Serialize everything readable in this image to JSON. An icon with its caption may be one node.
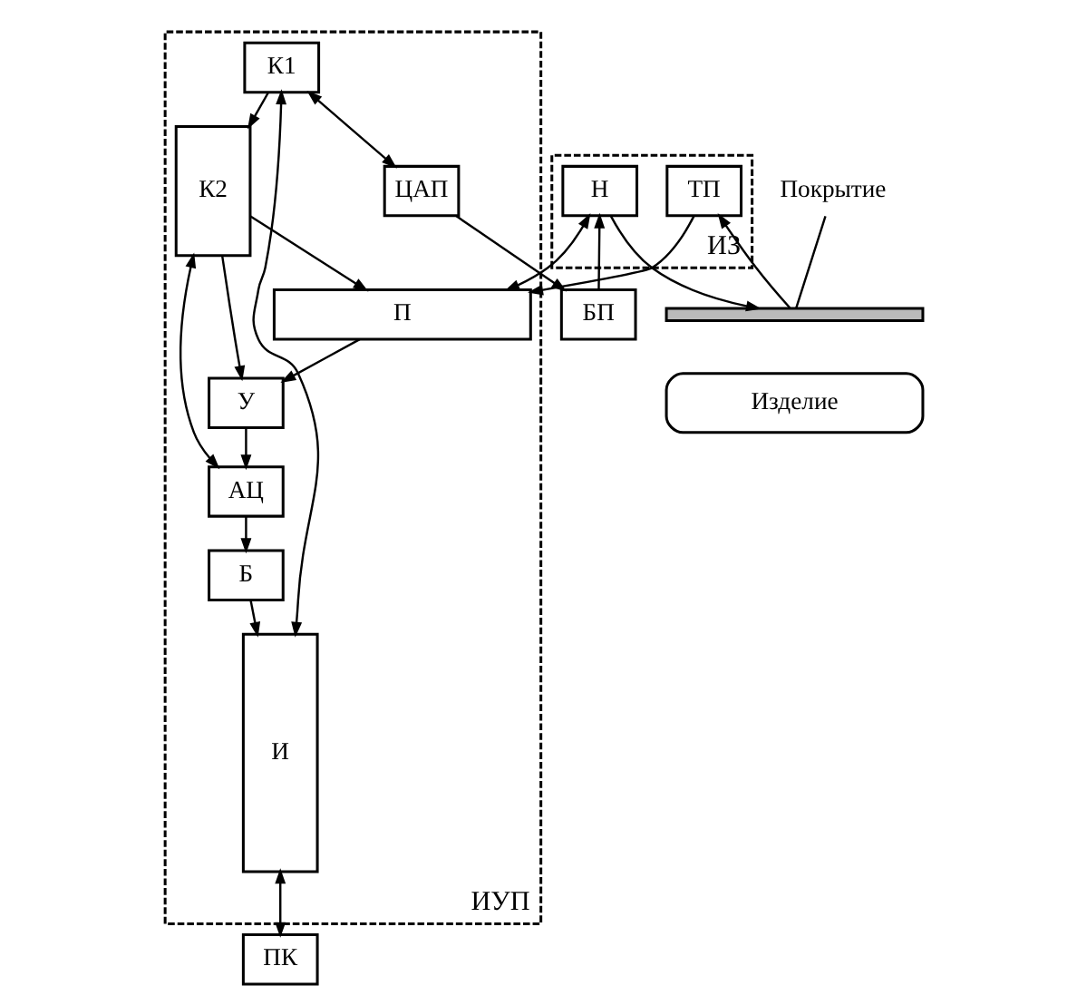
{
  "diagram": {
    "nodes": [
      {
        "text": [
          "ИУП"
        ]
      },
      {
        "text": [
          "Б"
        ],
        "in": 0
      },
      {
        "text": [
          "АЦ"
        ],
        "in": 0
      },
      {
        "text": [
          "К2"
        ],
        "in": 0
      },
      {
        "text": [
          "К1"
        ],
        "in": 0
      },
      {
        "text": [
          "И"
        ],
        "in": 0
      },
      {
        "text": [
          "У"
        ],
        "in": 0
      },
      {
        "text": [
          "П"
        ],
        "in": 0
      },
      {
        "text": [
          "ЦАП"
        ],
        "in": 0
      },
      {
        "text": [
          "ПК"
        ]
      },
      {
        "text": [
          "БП"
        ]
      },
      {
        "text": [
          "ИЗ"
        ]
      },
      {
        "text": [
          "ТП"
        ],
        "in": 11
      },
      {
        "text": [
          "Н"
        ],
        "in": 11
      },
      {
        "text": [],
        "shape": "bar"
      },
      {
        "text": [
          "Изделие"
        ]
      },
      {
        "text": [
          "Покрытие"
        ]
      }
    ],
    "edges": [
      {
        "from": 1,
        "to": 5,
        "arrow": "to"
      },
      {
        "from": 2,
        "to": 1,
        "arrow": "to"
      },
      {
        "from": 2,
        "to": 3,
        "arrow": "both"
      },
      {
        "from": 4,
        "to": 5,
        "arrow": "both"
      },
      {
        "from": 5,
        "to": 9,
        "arrow": "both"
      },
      {
        "from": 6,
        "to": 2,
        "arrow": "to"
      },
      {
        "from": 3,
        "to": 6,
        "arrow": "to"
      },
      {
        "from": 4,
        "to": 3,
        "arrow": "to"
      },
      {
        "from": 4,
        "to": 8,
        "arrow": "both"
      },
      {
        "from": 3,
        "to": 7,
        "arrow": "to"
      },
      {
        "from": 7,
        "to": 6,
        "arrow": "to"
      },
      {
        "from": 12,
        "to": 7,
        "arrow": "to"
      },
      {
        "from": 13,
        "to": 7,
        "arrow": "both"
      },
      {
        "from": 8,
        "to": 10,
        "arrow": "to"
      },
      {
        "from": 10,
        "to": 13,
        "arrow": "to"
      },
      {
        "from": 14,
        "to": 12,
        "arrow": "to"
      },
      {
        "from": 13,
        "to": 14,
        "arrow": "to"
      },
      {
        "from": 16,
        "to": 14,
        "arrow": "none"
      }
    ]
  }
}
